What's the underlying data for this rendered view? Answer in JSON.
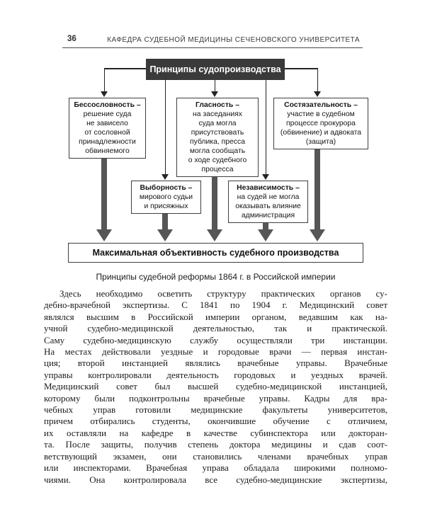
{
  "page": {
    "number": "36",
    "running_head": "КАФЕДРА СУДЕБНОЙ МЕДИЦИНЫ СЕЧЕНОВСКОГО УНИВЕРСИТЕТА"
  },
  "diagram": {
    "root": {
      "label": "Принципы судопроизводства"
    },
    "principles": [
      {
        "id": "bessoslovnost",
        "title": "Бессословность –",
        "body": "решение суда\nне зависело\nот сословной\nпринадлежности\nобвиняемого"
      },
      {
        "id": "glasnost",
        "title": "Гласность –",
        "body": "на заседаниях\nсуда могла\nприсутствовать\nпублика, пресса\nмогла сообщать\nо ходе судебного\nпроцесса"
      },
      {
        "id": "sostyazatelnost",
        "title": "Состязательность –",
        "body": "участие в судебном\nпроцессе прокурора\n(обвинение) и адвоката\n(защита)"
      },
      {
        "id": "vybornost",
        "title": "Выборность –",
        "body": "мирового судьи\nи присяжных"
      },
      {
        "id": "nezavisimost",
        "title": "Независимость –",
        "body": "на судей не могла\nоказывать влияние\nадминистрация"
      }
    ],
    "result": {
      "label": "Максимальная объективность судебного производства"
    },
    "caption": "Принципы судебной реформы 1864 г. в Российской империи"
  },
  "body": {
    "lines": [
      "Здесь необходимо осветить структуру практических органов су-",
      "дебно-врачебной экспертизы. С 1841 по 1904 г. Медицинский совет",
      "являлся высшим в Российской империи органом, ведавшим как на-",
      "учной судебно-медицинской деятельностью, так и практической.",
      "Саму судебно-медицинскую службу осуществляли три инстанции.",
      "На местах действовали уездные и городовые врачи — первая инстан-",
      "ция; второй инстанцией являлись врачебные управы. Врачебные",
      "управы контролировали деятельность городовых и уездных врачей.",
      "Медицинский совет был высшей судебно-медицинской инстанцией,",
      "которому были подконтрольны врачебные управы. Кадры для вра-",
      "чебных управ готовили медицинские факультеты университетов,",
      "причем отбирались студенты, окончившие обучение с отличием,",
      "их оставляли на кафедре в качестве субинспектора или докторан-",
      "та. После защиты, получив степень доктора медицины и сдав соот-",
      "ветствующий экзамен, они становились членами врачебных управ",
      "или инспекторами. Врачебная управа обладала широкими полномо-",
      "чиями. Она контролировала все судебно-медицинские экспертизы,"
    ]
  },
  "colors": {
    "root_box_bg": "#3a3a3a",
    "root_box_text": "#ffffff",
    "box_border": "#3f3f3f",
    "thick_arrow": "#565656",
    "thin_arrow": "#242424",
    "header_rule": "#4a4a4a"
  }
}
